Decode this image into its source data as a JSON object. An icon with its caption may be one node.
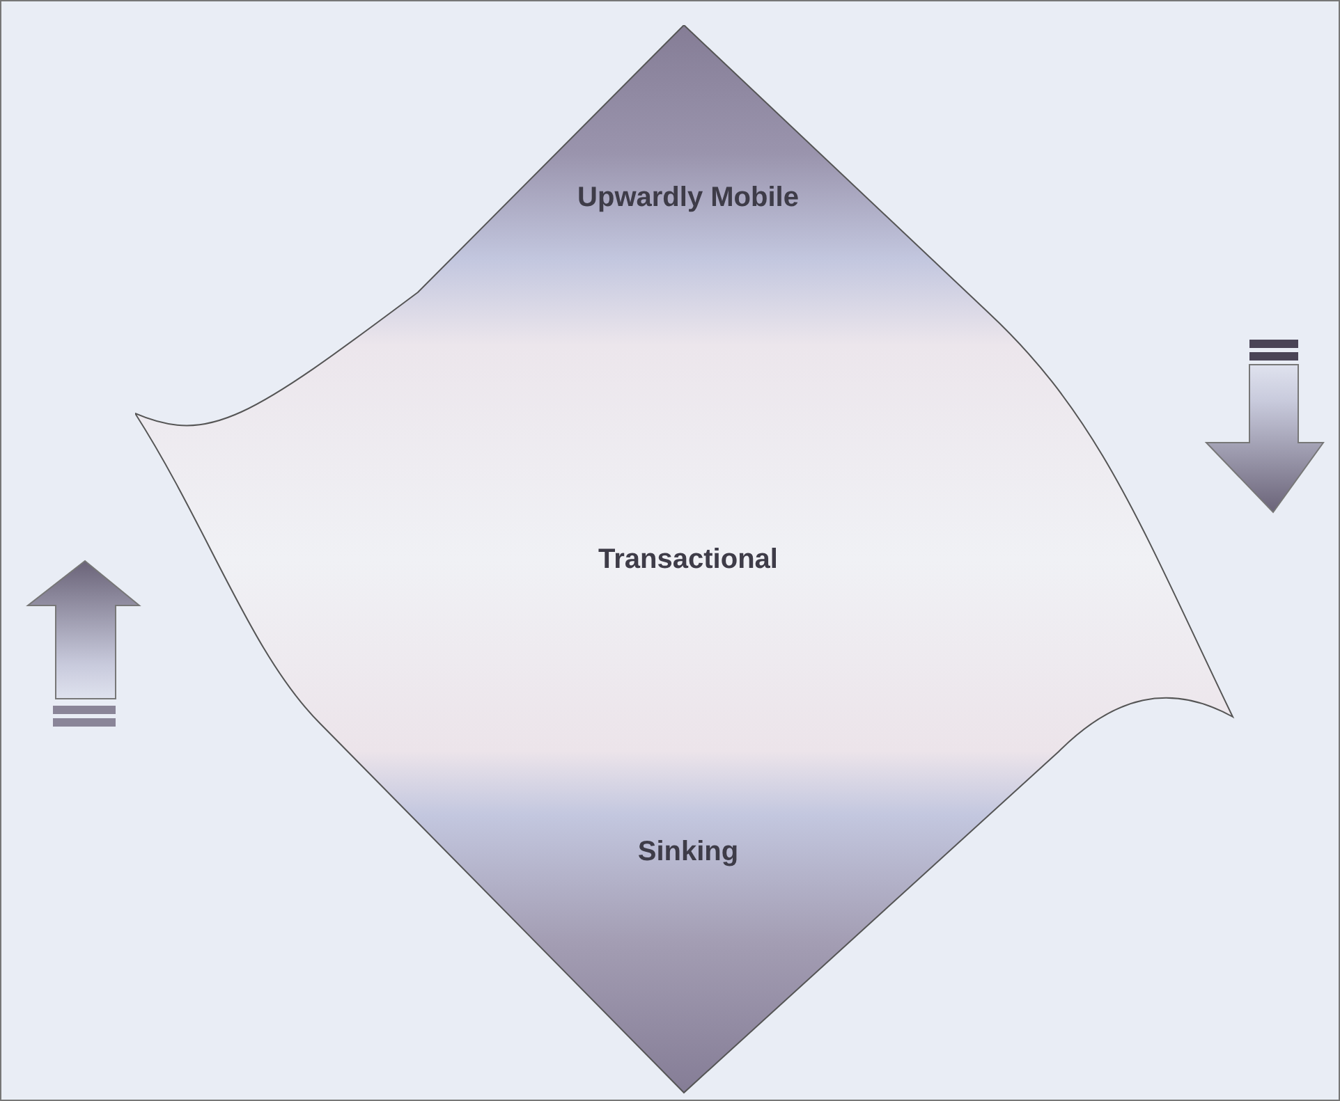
{
  "diagram": {
    "nodes": [
      {
        "text": [
          "Upwardly Mobile",
          "Transactional",
          "Sinking"
        ]
      }
    ]
  }
}
